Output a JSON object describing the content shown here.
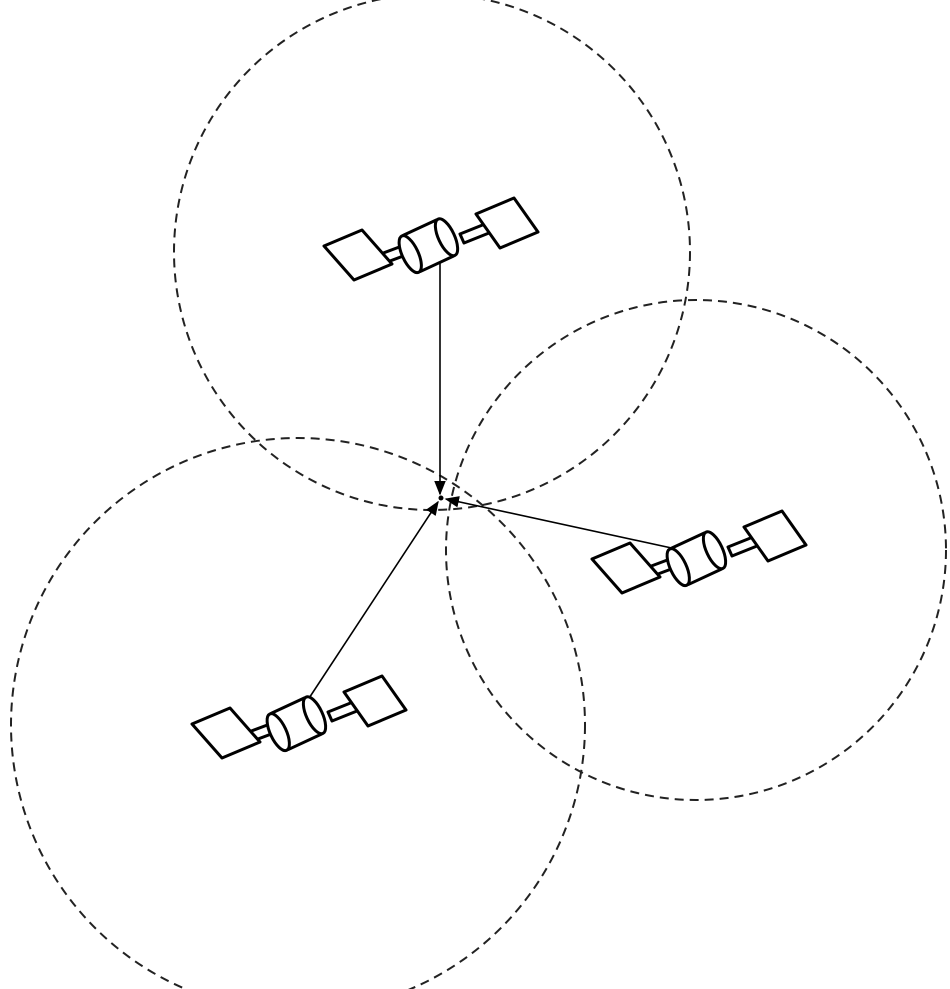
{
  "colors": {
    "stroke": "#000000",
    "circle_stroke": "#222222",
    "background": "#ffffff"
  },
  "diagram": {
    "satellites": [
      {
        "id": "satellite-top",
        "icon": "satellite-icon"
      },
      {
        "id": "satellite-right",
        "icon": "satellite-icon"
      },
      {
        "id": "satellite-bottom-left",
        "icon": "satellite-icon"
      }
    ],
    "signal_lines": [
      {
        "from": "satellite-top",
        "to": "receiver-point"
      },
      {
        "from": "satellite-right",
        "to": "receiver-point"
      },
      {
        "from": "satellite-bottom-left",
        "to": "receiver-point"
      }
    ],
    "range_circles": [
      {
        "around": "satellite-top",
        "style": "dashed"
      },
      {
        "around": "satellite-right",
        "style": "dashed"
      },
      {
        "around": "satellite-bottom-left",
        "style": "dashed"
      }
    ],
    "receiver": {
      "icon": "receiver-point"
    }
  }
}
